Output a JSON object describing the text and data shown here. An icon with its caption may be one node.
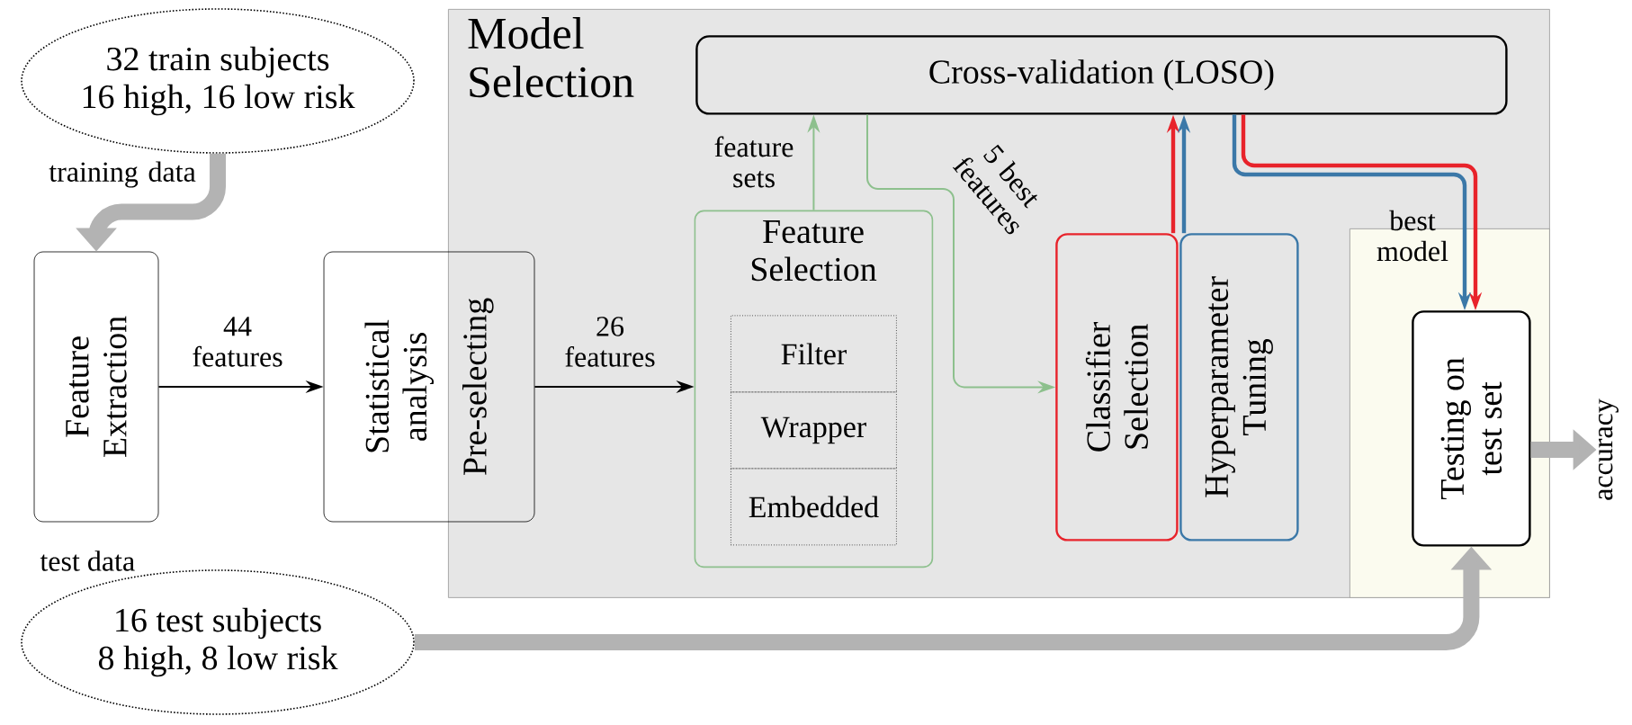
{
  "diagram": {
    "nodes": [
      {
        "text": [
          "32 train subjects",
          "16 high, 16 low risk"
        ]
      },
      {
        "text": [
          "16 test subjects",
          "8 high, 8 low risk"
        ],
        "beside": [
          "test data"
        ]
      },
      {
        "text": [
          "Feature Extraction"
        ]
      },
      {
        "text": [
          "Statistical analysis",
          "Pre-selecting"
        ]
      },
      {
        "text": [
          "Model Selection"
        ]
      },
      {
        "text": [
          "Cross-validation (LOSO)"
        ],
        "in": 4
      },
      {
        "text": [
          "Feature Selection"
        ],
        "in": 4
      },
      {
        "text": [
          "Filter"
        ],
        "in": 6
      },
      {
        "text": [
          "Wrapper"
        ],
        "in": 6
      },
      {
        "text": [
          "Embedded"
        ],
        "in": 6
      },
      {
        "text": [
          "Classifier Selection"
        ],
        "in": 4
      },
      {
        "text": [
          "Hyperparameter Tuning"
        ],
        "in": 4
      },
      {
        "text": [],
        "shape": "box",
        "in": 4
      },
      {
        "text": [
          "Testing on test set"
        ],
        "in": 12
      },
      {
        "text": [
          "accuracy"
        ]
      }
    ],
    "edges": [
      {
        "from": 0,
        "to": 2,
        "arrow": "to",
        "label": "training data",
        "style": "thick",
        "color": "#b3b3b3"
      },
      {
        "from": 2,
        "to": 3,
        "arrow": "to",
        "label": "44 features",
        "color": "#000000"
      },
      {
        "from": 3,
        "to": 6,
        "arrow": "to",
        "label": "26 features",
        "color": "#000000"
      },
      {
        "from": 6,
        "to": 5,
        "arrow": "to",
        "label": "feature sets",
        "color": "#8dc08d"
      },
      {
        "from": 5,
        "to": 10,
        "arrow": "to",
        "label": "5 best features",
        "color": "#8dc08d"
      },
      {
        "from": 10,
        "to": 5,
        "arrow": "to",
        "color": "#e8232b"
      },
      {
        "from": 11,
        "to": 5,
        "arrow": "to",
        "color": "#3b78a8"
      },
      {
        "from": 5,
        "to": 13,
        "arrow": "to",
        "label": "best model",
        "color": "#e8232b"
      },
      {
        "from": 5,
        "to": 13,
        "arrow": "to",
        "color": "#3b78a8"
      },
      {
        "from": 1,
        "to": 13,
        "arrow": "to",
        "style": "thick",
        "color": "#b3b3b3"
      },
      {
        "from": 13,
        "to": 14,
        "arrow": "to",
        "style": "thick",
        "color": "#b3b3b3"
      }
    ]
  }
}
